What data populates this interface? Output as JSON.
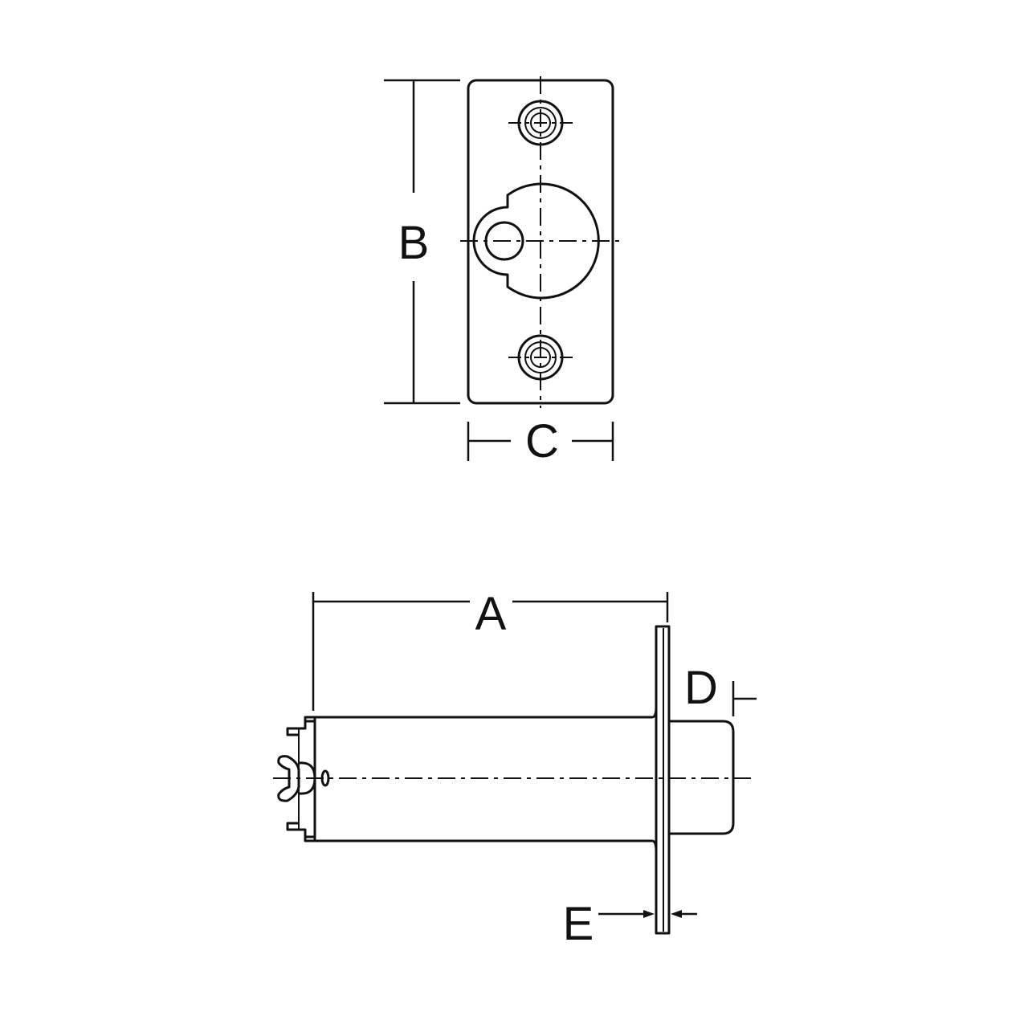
{
  "drawing": {
    "labels": {
      "a": "A",
      "b": "B",
      "c": "C",
      "d": "D",
      "e": "E"
    },
    "line_color": "#111111",
    "background": "#ffffff"
  }
}
